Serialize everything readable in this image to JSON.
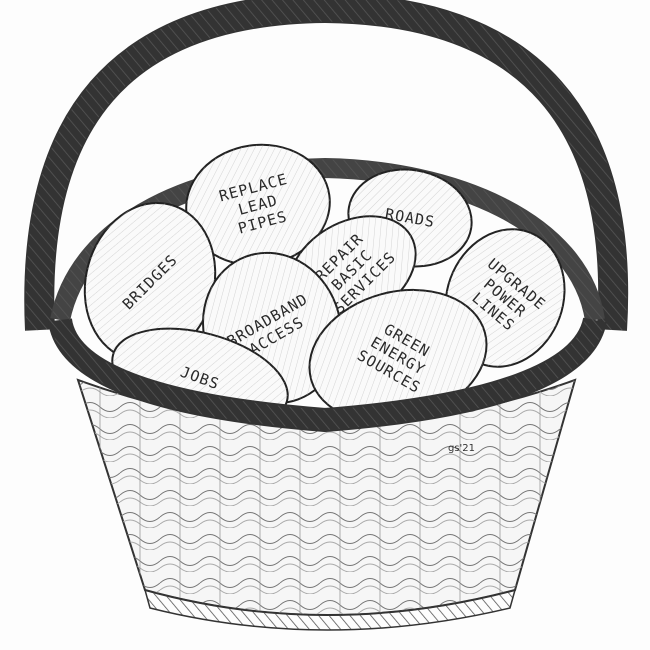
{
  "illustration": {
    "eggs": [
      {
        "id": "replace-lead-pipes",
        "lines": [
          "REPLACE",
          "LEAD",
          "PIPES"
        ]
      },
      {
        "id": "roads",
        "lines": [
          "ROADS"
        ]
      },
      {
        "id": "bridges",
        "lines": [
          "BRIDGES"
        ]
      },
      {
        "id": "repair-basic-services",
        "lines": [
          "REPAIR",
          "BASIC",
          "SERVICES"
        ]
      },
      {
        "id": "upgrade-power-lines",
        "lines": [
          "UPGRADE",
          "POWER",
          "LINES"
        ]
      },
      {
        "id": "broadband-access",
        "lines": [
          "BROADBAND",
          "ACCESS"
        ]
      },
      {
        "id": "jobs",
        "lines": [
          "JOBS"
        ]
      },
      {
        "id": "green-energy-sources",
        "lines": [
          "GREEN",
          "ENERGY",
          "SOURCES"
        ]
      }
    ],
    "signature": "gs'21",
    "colors": {
      "ink": "#2a2a2a",
      "shade": "#9a9a9a",
      "paper": "#fdfdfd"
    }
  }
}
